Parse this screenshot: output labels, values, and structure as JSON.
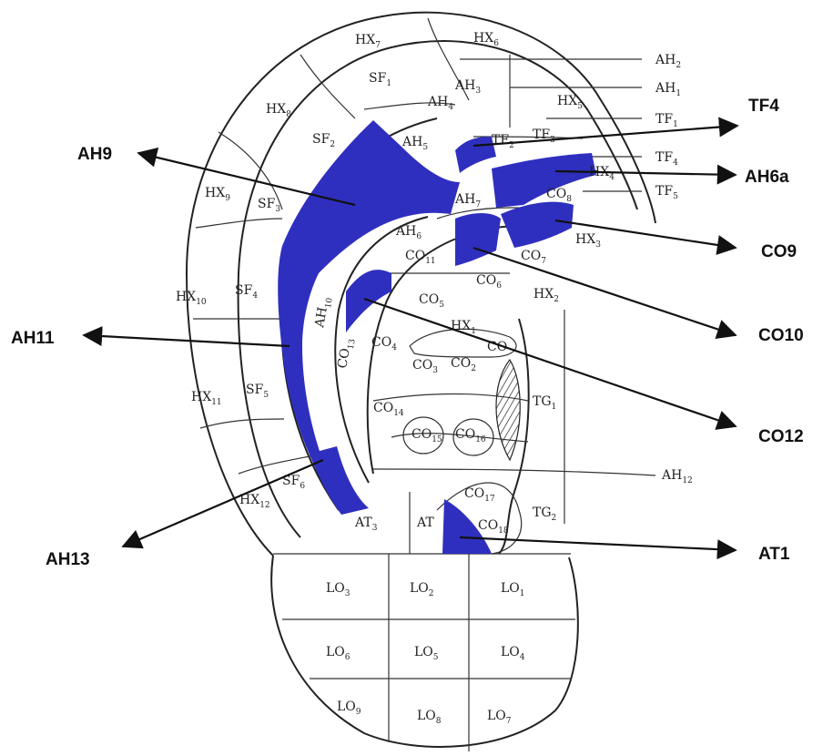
{
  "diagram": {
    "colors": {
      "highlight": "#2f2fbf",
      "line": "#222222",
      "background": "#ffffff"
    },
    "callouts": [
      {
        "id": "AH9",
        "label": "AH9"
      },
      {
        "id": "TF4",
        "label": "TF4"
      },
      {
        "id": "AH6a",
        "label": "AH6a"
      },
      {
        "id": "CO9",
        "label": "CO9"
      },
      {
        "id": "CO10",
        "label": "CO10"
      },
      {
        "id": "AH11",
        "label": "AH11"
      },
      {
        "id": "CO12",
        "label": "CO12"
      },
      {
        "id": "AH13",
        "label": "AH13"
      },
      {
        "id": "AT1",
        "label": "AT1"
      }
    ],
    "zones": [
      {
        "base": "HX",
        "sub": "7"
      },
      {
        "base": "HX",
        "sub": "6"
      },
      {
        "base": "AH",
        "sub": "2"
      },
      {
        "base": "AH",
        "sub": "1"
      },
      {
        "base": "SF",
        "sub": "1"
      },
      {
        "base": "AH",
        "sub": "3"
      },
      {
        "base": "HX",
        "sub": "8"
      },
      {
        "base": "AH",
        "sub": "4"
      },
      {
        "base": "HX",
        "sub": "5"
      },
      {
        "base": "TF",
        "sub": "1"
      },
      {
        "base": "SF",
        "sub": "2"
      },
      {
        "base": "AH",
        "sub": "5"
      },
      {
        "base": "TF",
        "sub": "2"
      },
      {
        "base": "TF",
        "sub": "3"
      },
      {
        "base": "TF",
        "sub": "4"
      },
      {
        "base": "HX",
        "sub": "4"
      },
      {
        "base": "HX",
        "sub": "9"
      },
      {
        "base": "SF",
        "sub": "3"
      },
      {
        "base": "AH",
        "sub": "7"
      },
      {
        "base": "TF",
        "sub": "5"
      },
      {
        "base": "CO",
        "sub": "8"
      },
      {
        "base": "AH",
        "sub": "6"
      },
      {
        "base": "HX",
        "sub": "3"
      },
      {
        "base": "CO",
        "sub": "11"
      },
      {
        "base": "CO",
        "sub": "7"
      },
      {
        "base": "CO",
        "sub": "6"
      },
      {
        "base": "HX",
        "sub": "10"
      },
      {
        "base": "SF",
        "sub": "4"
      },
      {
        "base": "CO",
        "sub": "5"
      },
      {
        "base": "HX",
        "sub": "2"
      },
      {
        "base": "AH",
        "sub": "10"
      },
      {
        "base": "HX",
        "sub": "1"
      },
      {
        "base": "CO",
        "sub": "4"
      },
      {
        "base": "CO",
        "sub": "13"
      },
      {
        "base": "CO",
        "sub": ""
      },
      {
        "base": "CO",
        "sub": "3"
      },
      {
        "base": "CO",
        "sub": "2"
      },
      {
        "base": "HX",
        "sub": "11"
      },
      {
        "base": "SF",
        "sub": "5"
      },
      {
        "base": "CO",
        "sub": "14"
      },
      {
        "base": "TG",
        "sub": "1"
      },
      {
        "base": "CO",
        "sub": "15"
      },
      {
        "base": "CO",
        "sub": "16"
      },
      {
        "base": "SF",
        "sub": "6"
      },
      {
        "base": "AH",
        "sub": "12"
      },
      {
        "base": "HX",
        "sub": "12"
      },
      {
        "base": "CO",
        "sub": "17"
      },
      {
        "base": "AT",
        "sub": "3"
      },
      {
        "base": "AT",
        "sub": ""
      },
      {
        "base": "TG",
        "sub": "2"
      },
      {
        "base": "CO",
        "sub": "18"
      },
      {
        "base": "LO",
        "sub": "3"
      },
      {
        "base": "LO",
        "sub": "2"
      },
      {
        "base": "LO",
        "sub": "1"
      },
      {
        "base": "LO",
        "sub": "6"
      },
      {
        "base": "LO",
        "sub": "5"
      },
      {
        "base": "LO",
        "sub": "4"
      },
      {
        "base": "LO",
        "sub": "9"
      },
      {
        "base": "LO",
        "sub": "8"
      },
      {
        "base": "LO",
        "sub": "7"
      }
    ]
  }
}
